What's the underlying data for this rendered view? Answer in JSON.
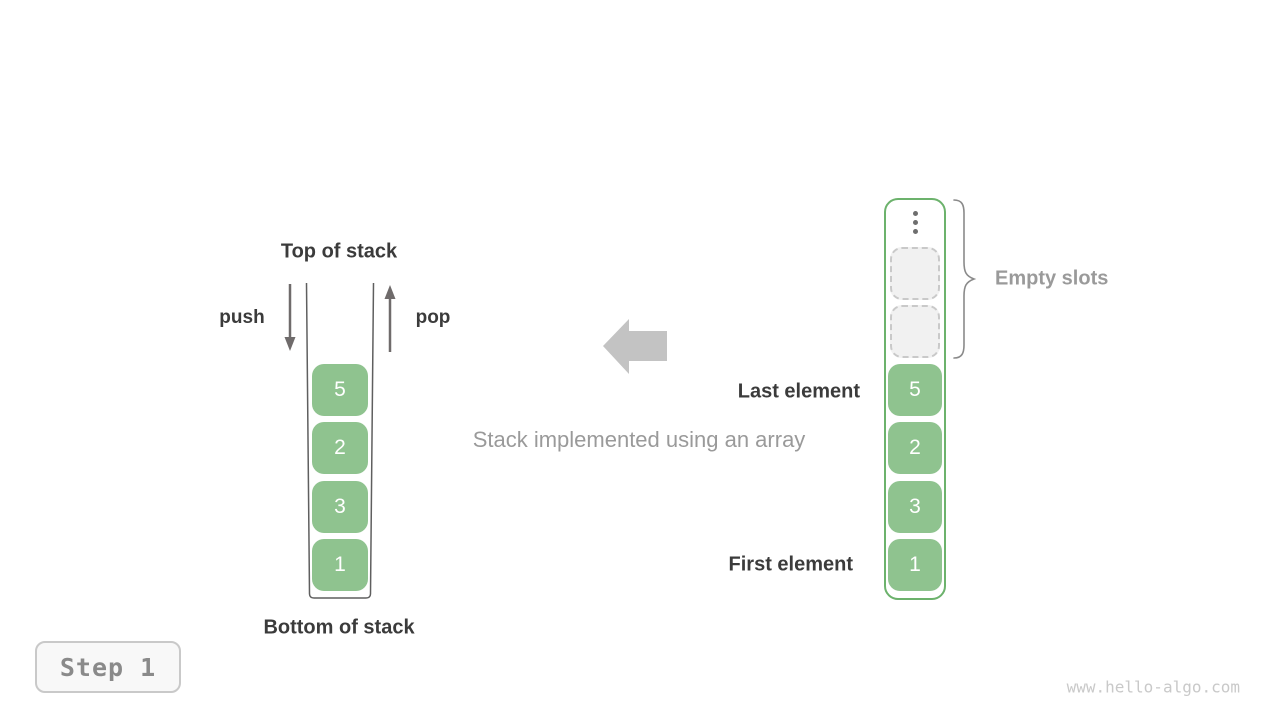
{
  "left_stack": {
    "top_label": "Top of stack",
    "bottom_label": "Bottom of stack",
    "push_label": "push",
    "pop_label": "pop",
    "values": [
      "5",
      "2",
      "3",
      "1"
    ]
  },
  "center": {
    "caption": "Stack implemented using an array",
    "arrow_icon": "left-block-arrow"
  },
  "array": {
    "values": [
      "5",
      "2",
      "3",
      "1"
    ],
    "empty_slot_count": 2,
    "empty_slots_label": "Empty slots",
    "last_element_label": "Last element",
    "first_element_label": "First element",
    "ellipsis_icon": "vertical-dots"
  },
  "footer": {
    "step_label": "Step 1",
    "watermark": "www.hello-algo.com"
  },
  "colors": {
    "cell_green": "#8fc38f",
    "array_border_green": "#6cb26c",
    "dark_text": "#3b3b3b",
    "gray_text": "#9a9a9a",
    "block_arrow_gray": "#c3c3c3",
    "container_line_gray": "#5f5f5f",
    "small_arrow_gray": "#6f6b6b",
    "empty_slot_fill": "#f1f1f1",
    "badge_text_gray": "#8a8a8a",
    "watermark_gray": "#c9c9c9"
  }
}
